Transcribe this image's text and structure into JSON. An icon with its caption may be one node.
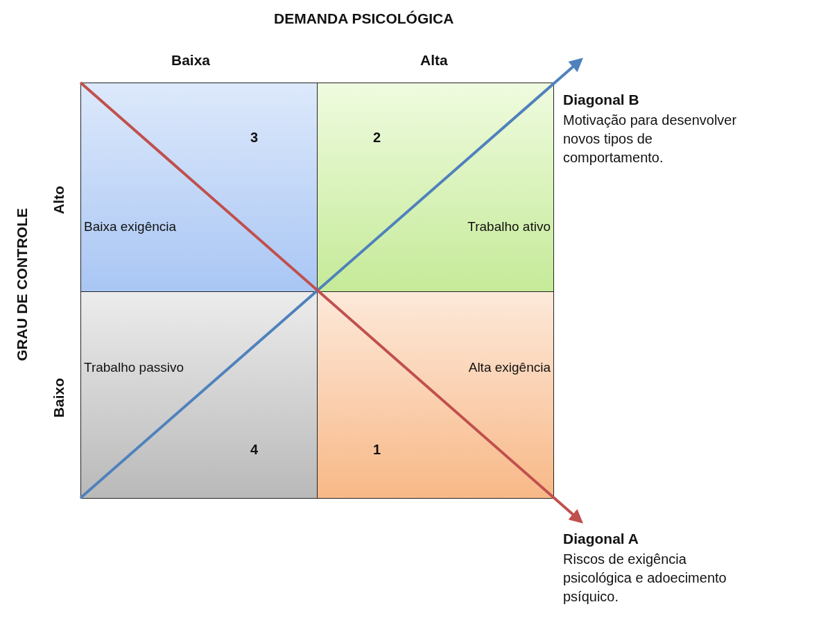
{
  "diagram": {
    "nodes": [
      {
        "text": [
          "3",
          "Baixa exigência"
        ]
      },
      {
        "text": [
          "2",
          "Trabalho ativo"
        ]
      },
      {
        "text": [
          "Trabalho passivo",
          "4"
        ]
      },
      {
        "text": [
          "Alta exigência",
          "1"
        ]
      }
    ],
    "labels": [
      "DEMANDA PSICOLÓGICA",
      "Baixa",
      "Alta",
      "Diagonal B",
      "Motivação para desenvolver novos tipos de comportamento.",
      "GRAU DE CONTROLE",
      "Alto",
      "Baixo",
      "Diagonal A",
      "Riscos de exigência psicológica e adoecimento psíquico."
    ]
  }
}
